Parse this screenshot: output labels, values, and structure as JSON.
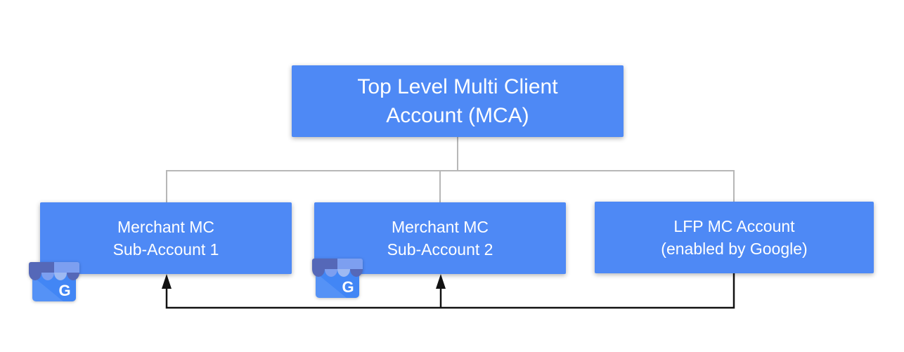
{
  "diagram": {
    "root": {
      "line1": "Top Level Multi Client",
      "line2": "Account (MCA)"
    },
    "children": [
      {
        "line1": "Merchant MC",
        "line2": "Sub-Account 1",
        "has_business_icon": true
      },
      {
        "line1": "Merchant MC",
        "line2": "Sub-Account 2",
        "has_business_icon": true
      },
      {
        "line1": "LFP MC Account",
        "line2": "(enabled by Google)",
        "has_business_icon": false
      }
    ],
    "business_icon": {
      "name": "google-my-business-icon",
      "letter": "G"
    },
    "colors": {
      "node_fill": "#4e89f5",
      "node_text": "#ffffff",
      "hierarchy_line": "#b7b7b7",
      "feed_arrow_line": "#121212",
      "background": "#ffffff",
      "icon_body": "#4286f5",
      "icon_awning_dark": "#5568b8",
      "icon_awning_medium": "#7d9ff0",
      "icon_awning_light": "#9db9f2"
    }
  }
}
